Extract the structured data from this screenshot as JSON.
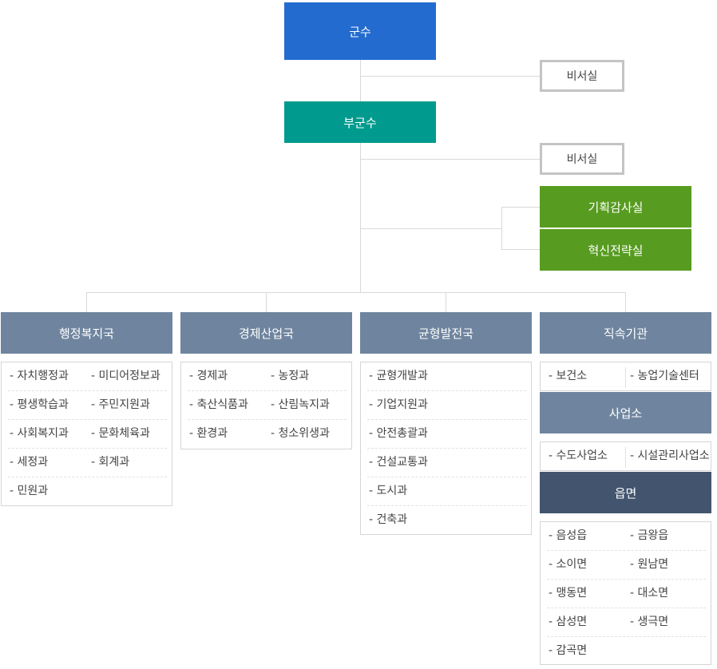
{
  "top": {
    "mayor": "군수",
    "secretary_1": "비서실",
    "vice_mayor": "부군수",
    "secretary_2": "비서실",
    "staff_units": [
      "기획감사실",
      "혁신전략실"
    ]
  },
  "bureaus": [
    {
      "title": "행정복지국",
      "items": [
        "- 자치행정과",
        "- 미디어정보과",
        "- 평생학습과",
        "- 주민지원과",
        "- 사회복지과",
        "- 문화체육과",
        "- 세정과",
        "- 회계과",
        "- 민원과"
      ]
    },
    {
      "title": "경제산업국",
      "items": [
        "- 경제과",
        "- 농정과",
        "- 축산식품과",
        "- 산림녹지과",
        "- 환경과",
        "- 청소위생과"
      ]
    },
    {
      "title": "균형발전국",
      "items": [
        "- 균형개발과",
        "- 기업지원과",
        "- 안전총괄과",
        "- 건설교통과",
        "- 도시과",
        "- 건축과"
      ]
    },
    {
      "title": "직속기관",
      "items": [
        "- 보건소",
        "- 농업기술센터"
      ]
    }
  ],
  "business_office": {
    "title": "사업소",
    "items": [
      "- 수도사업소",
      "- 시설관리사업소"
    ]
  },
  "towns": {
    "title": "읍면",
    "items": [
      "- 음성읍",
      "- 금왕읍",
      "- 소이면",
      "- 원남면",
      "- 맹동면",
      "- 대소면",
      "- 삼성면",
      "- 생극면",
      "- 감곡면"
    ]
  },
  "colors": {
    "mayor": "#236bcf",
    "vice_mayor": "#009b8e",
    "staff": "#579c20",
    "bureau": "#6f859f",
    "towns": "#43556e"
  }
}
